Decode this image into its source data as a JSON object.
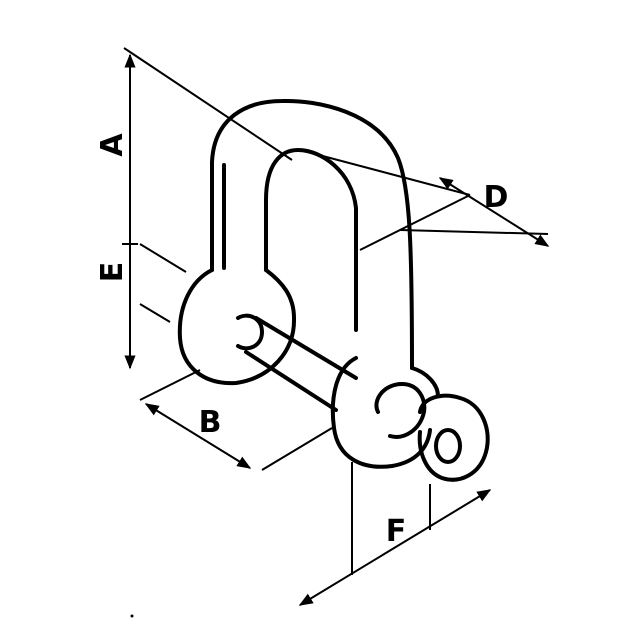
{
  "diagram": {
    "labels": {
      "a": "A",
      "b": "B",
      "d": "D",
      "e": "E",
      "f": "F"
    },
    "colors": {
      "ink": "#000000",
      "paper": "#ffffff"
    }
  }
}
